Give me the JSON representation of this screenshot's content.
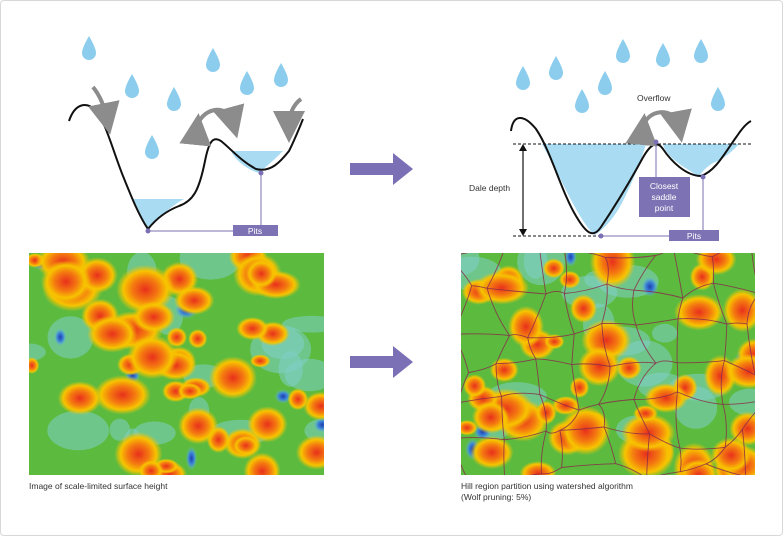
{
  "labels": {
    "pits_left": "Pits",
    "pits_right": "Pits",
    "overflow": "Overflow",
    "dale_depth": "Dale depth",
    "saddle_line1": "Closest",
    "saddle_line2": "saddle",
    "saddle_line3": "point"
  },
  "captions": {
    "left": "Image of scale-limited surface height",
    "right_line1": "Hill region partition using watershed algorithm",
    "right_line2": "(Wolf pruning: 5%)"
  },
  "colors": {
    "water": "#a9dcf3",
    "arrow_purple": "#7b6fb5",
    "label_box": "#7d72b3",
    "curved_arrow": "#8c8c8c",
    "terrain_line": "#111111",
    "map_base": "#5cbb3f",
    "map_high": "#e8301c",
    "map_mid": "#f7b200",
    "map_low": "#2a5bc8",
    "partition_line": "#8a2a4a"
  }
}
